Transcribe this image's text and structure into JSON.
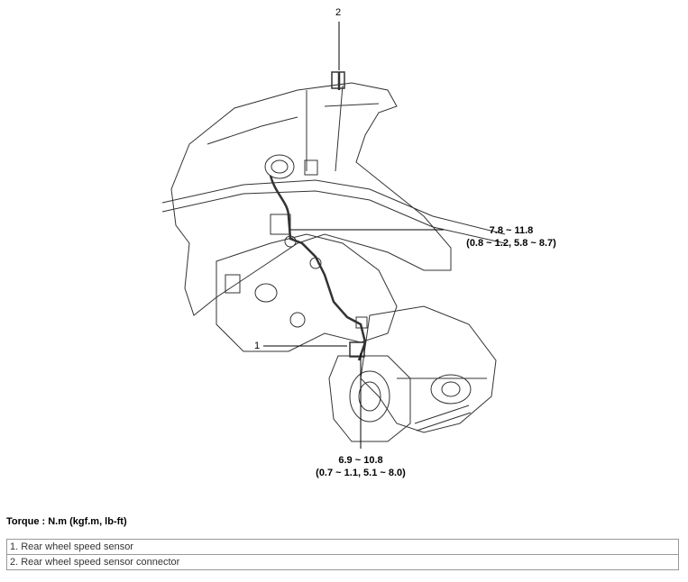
{
  "callouts": {
    "top": {
      "value": "7.8 ~ 11.8",
      "sub": "(0.8 ~ 1.2, 5.8 ~ 8.7)"
    },
    "bottom": {
      "value": "6.9 ~ 10.8",
      "sub": "(0.7 ~ 1.1, 5.1 ~ 8.0)"
    }
  },
  "labels": {
    "one": "1",
    "two": "2"
  },
  "torque_label": "Torque : N.m (kgf.m, lb-ft)",
  "legend": [
    "1. Rear wheel speed sensor",
    "2. Rear wheel speed sensor connector"
  ]
}
